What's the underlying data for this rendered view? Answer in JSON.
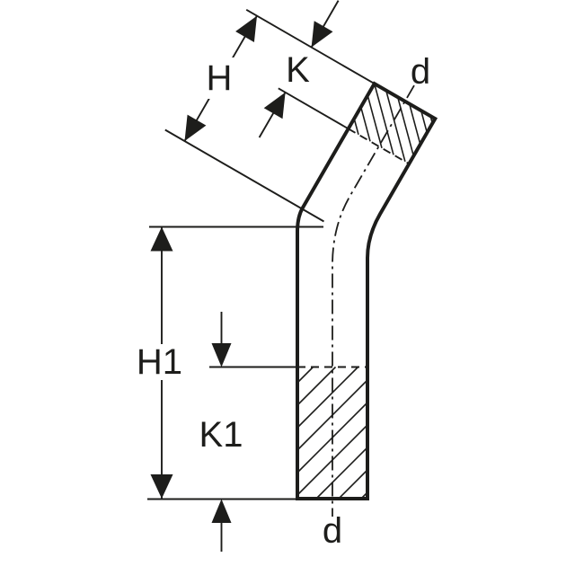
{
  "diagram": {
    "type": "technical-dimension-drawing",
    "subject": "pipe-bend-fitting-30-degree",
    "background_color": "#ffffff",
    "line_color": "#1d1d1b",
    "labels": {
      "height_top": "H",
      "insertion_depth_top": "K",
      "diameter_top": "d",
      "height_bottom": "H1",
      "insertion_depth_bottom": "K1",
      "diameter_bottom": "d"
    }
  }
}
